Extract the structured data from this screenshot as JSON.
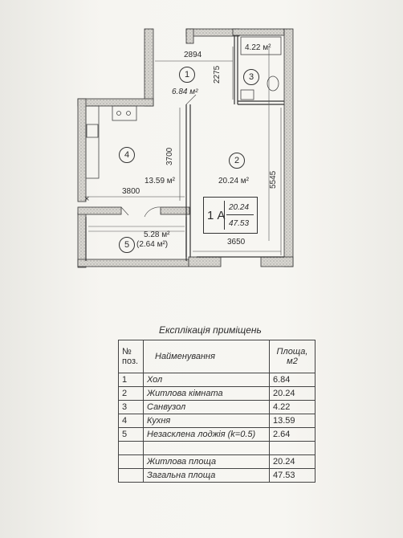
{
  "plan": {
    "rooms": [
      {
        "no": "1",
        "area": "6.84 м²"
      },
      {
        "no": "2",
        "area": "20.24 м²"
      },
      {
        "no": "3",
        "area": "4.22 м²"
      },
      {
        "no": "4",
        "area": "13.59 м²"
      },
      {
        "no": "5",
        "area": "5.28 м²",
        "area_k": "(2.64 м²)"
      }
    ],
    "dimensions": {
      "d2894": "2894",
      "d2275": "2275",
      "d3700": "3700",
      "d3800": "3800",
      "d5545": "5545",
      "d3650": "3650"
    },
    "apartment_box": {
      "code": "1 А",
      "living": "20.24",
      "total": "47.53"
    }
  },
  "explication": {
    "title": "Експлікація приміщень",
    "headers": {
      "num": "№ поз.",
      "name": "Найменування",
      "area": "Площа, м2"
    },
    "rows": [
      {
        "num": "1",
        "name": "Хол",
        "area": "6.84"
      },
      {
        "num": "2",
        "name": "Житлова кімната",
        "area": "20.24"
      },
      {
        "num": "3",
        "name": "Санвузол",
        "area": "4.22"
      },
      {
        "num": "4",
        "name": "Кухня",
        "area": "13.59"
      },
      {
        "num": "5",
        "name": "Незасклена лоджія (k=0.5)",
        "area": "2.64"
      },
      {
        "num": "",
        "name": "",
        "area": ""
      },
      {
        "num": "",
        "name": "Житлова площа",
        "area": "20.24"
      },
      {
        "num": "",
        "name": "Загальна площа",
        "area": "47.53"
      }
    ]
  }
}
